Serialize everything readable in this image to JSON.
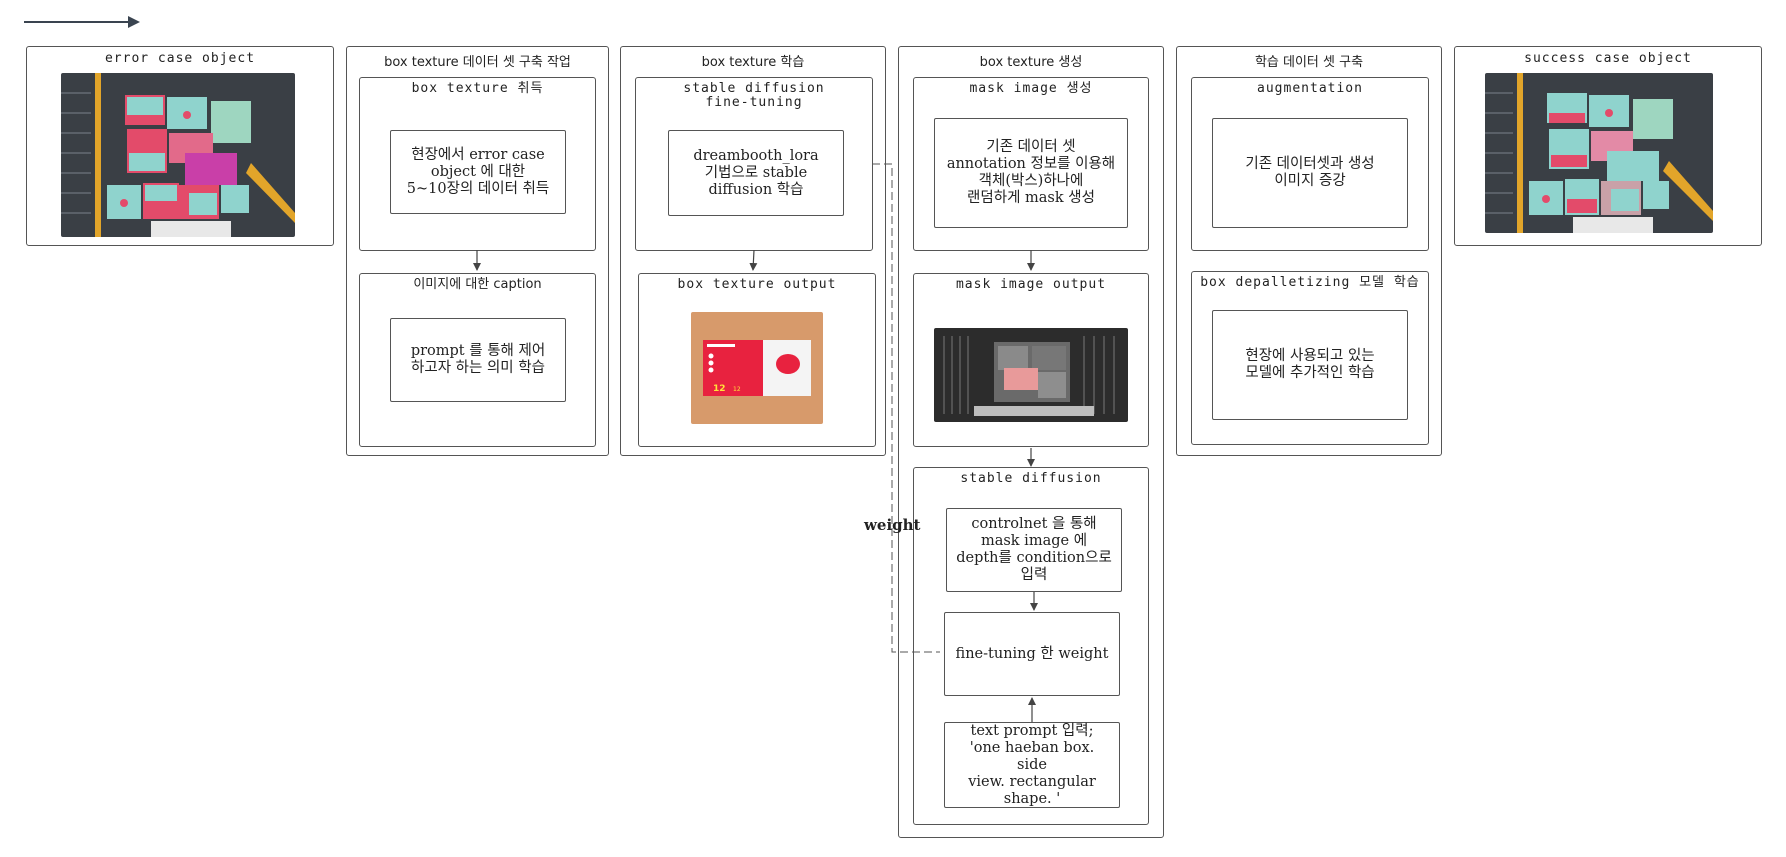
{
  "lanes": {
    "error": {
      "title": "error case object"
    },
    "dataset": {
      "title": "box texture 데이터 셋 구축 작업",
      "group1": {
        "title": "box texture 취득",
        "step": "현장에서 error case\nobject 에 대한\n5~10장의 데이터 취득"
      },
      "group2": {
        "title": "이미지에 대한 caption",
        "step": "prompt 를 통해 제어\n하고자 하는 의미 학습"
      }
    },
    "training": {
      "title": "box texture 학습",
      "group1": {
        "title": "stable diffusion\nfine-tuning",
        "step": "dreambooth_lora\n기법으로 stable\ndiffusion 학습"
      },
      "group2": {
        "title": "box texture output",
        "product_text": "12"
      }
    },
    "generation": {
      "title": "box texture 생성",
      "group1": {
        "title": "mask image 생성",
        "step": "기존 데이터 셋\nannotation 정보를 이용해\n객체(박스)하나에\n랜덤하게 mask 생성"
      },
      "group2": {
        "title": "mask image output"
      },
      "group3": {
        "title": "stable diffusion",
        "step_controlnet": "controlnet 을 통해\nmask image 에\ndepth를 condition으로\n입력",
        "step_weight": "fine-tuning 한 weight",
        "step_prompt": "text prompt 입력;\n'one haeban box. side\nview. rectangular\nshape. '"
      }
    },
    "dataset_build": {
      "title": "학습 데이터 셋 구축",
      "group1": {
        "title": "augmentation",
        "step": "기존 데이터셋과 생성\n이미지 증강"
      },
      "group2": {
        "title": "box depalletizing 모델 학습",
        "step": "현장에 사용되고 있는\n모델에 추가적인 학습"
      }
    },
    "success": {
      "title": "success case object"
    }
  },
  "connector_label": "weight",
  "colors": {
    "line": "#444444",
    "teal_box": "#7fcfc9",
    "pink_box": "#e34b6a",
    "magenta_box": "#c93fa8",
    "floor": "#3a3f45"
  },
  "icons": {
    "legend_arrow": "arrow-right"
  }
}
